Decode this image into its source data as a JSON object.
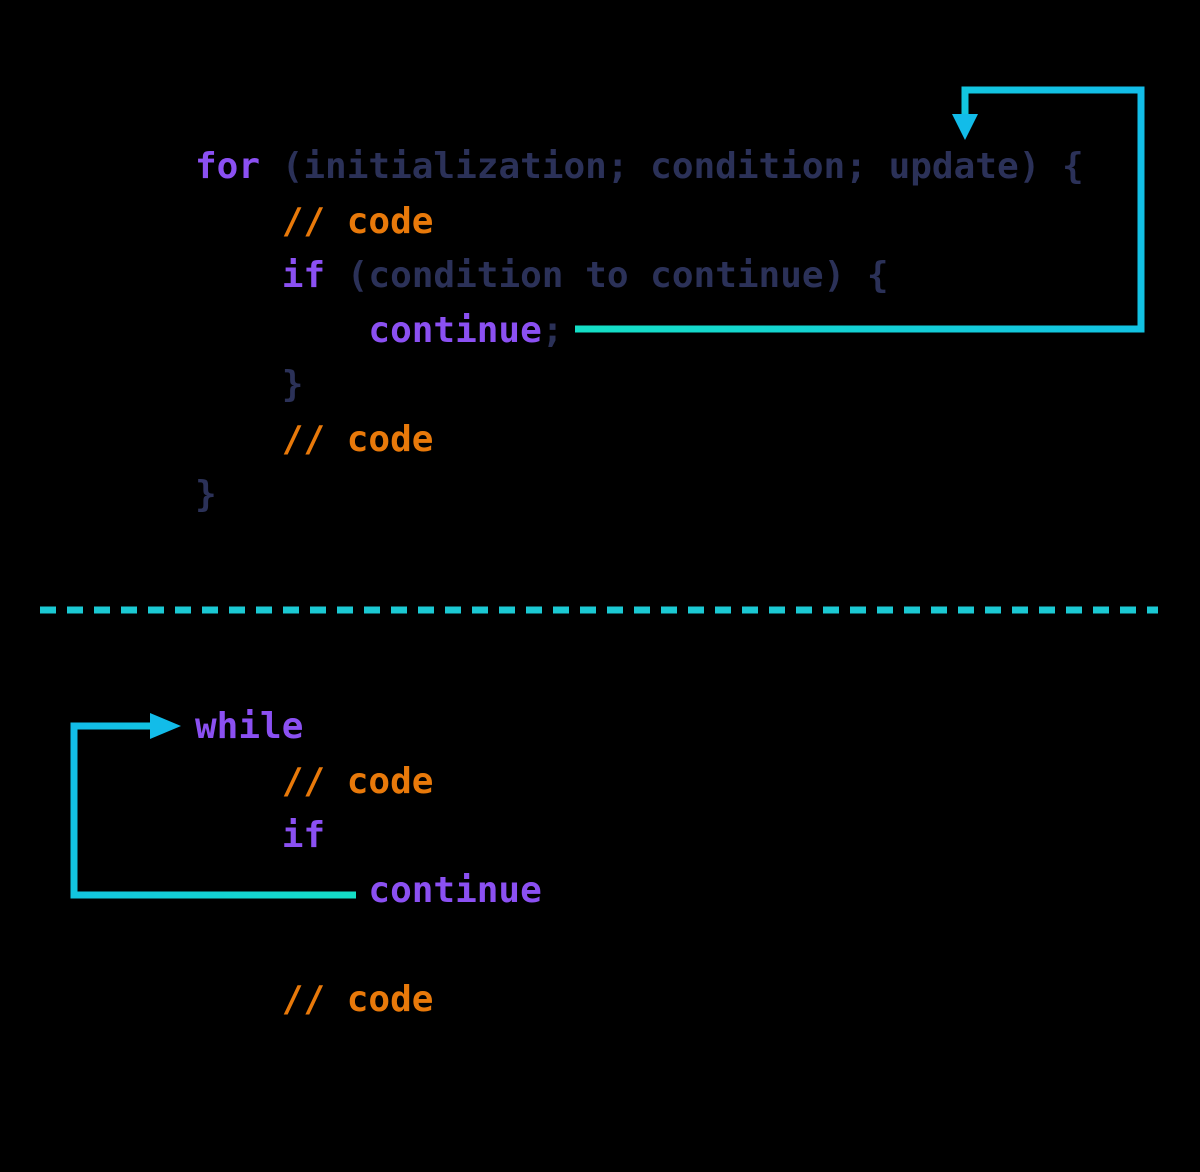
{
  "diagram": {
    "title": "continue statement flow in for and while loops",
    "colors": {
      "background": "#000000",
      "keyword": "#8B50F2",
      "plain": "#2B3158",
      "comment": "#E8790A",
      "arrow_cyan": "#12BCE9",
      "arrow_teal": "#14DEC6",
      "divider": "#1BC9D3"
    },
    "for_block": {
      "lines": [
        {
          "tokens": [
            {
              "text": "for",
              "style": "keyword"
            },
            {
              "text": " (initialization; condition; update) {",
              "style": "plain"
            }
          ]
        },
        {
          "tokens": [
            {
              "text": "    // code",
              "style": "comment"
            }
          ]
        },
        {
          "tokens": [
            {
              "text": "    ",
              "style": "plain"
            },
            {
              "text": "if",
              "style": "keyword"
            },
            {
              "text": " (condition to continue) {",
              "style": "plain"
            }
          ]
        },
        {
          "tokens": [
            {
              "text": "        ",
              "style": "plain"
            },
            {
              "text": "continue",
              "style": "keyword"
            },
            {
              "text": ";",
              "style": "plain"
            }
          ]
        },
        {
          "tokens": [
            {
              "text": "    }",
              "style": "plain"
            }
          ]
        },
        {
          "tokens": [
            {
              "text": "    // code",
              "style": "comment"
            }
          ]
        },
        {
          "tokens": [
            {
              "text": "}",
              "style": "plain"
            }
          ]
        }
      ]
    },
    "while_block": {
      "lines": [
        {
          "tokens": [
            {
              "text": "while",
              "style": "keyword"
            }
          ]
        },
        {
          "tokens": [
            {
              "text": "    // code",
              "style": "comment"
            }
          ]
        },
        {
          "tokens": [
            {
              "text": "    ",
              "style": "plain"
            },
            {
              "text": "if",
              "style": "keyword"
            }
          ]
        },
        {
          "tokens": [
            {
              "text": "        ",
              "style": "plain"
            },
            {
              "text": "continue",
              "style": "keyword"
            }
          ]
        },
        {
          "tokens": [
            {
              "text": "",
              "style": "plain"
            }
          ]
        },
        {
          "tokens": [
            {
              "text": "    // code",
              "style": "comment"
            }
          ]
        }
      ]
    }
  }
}
